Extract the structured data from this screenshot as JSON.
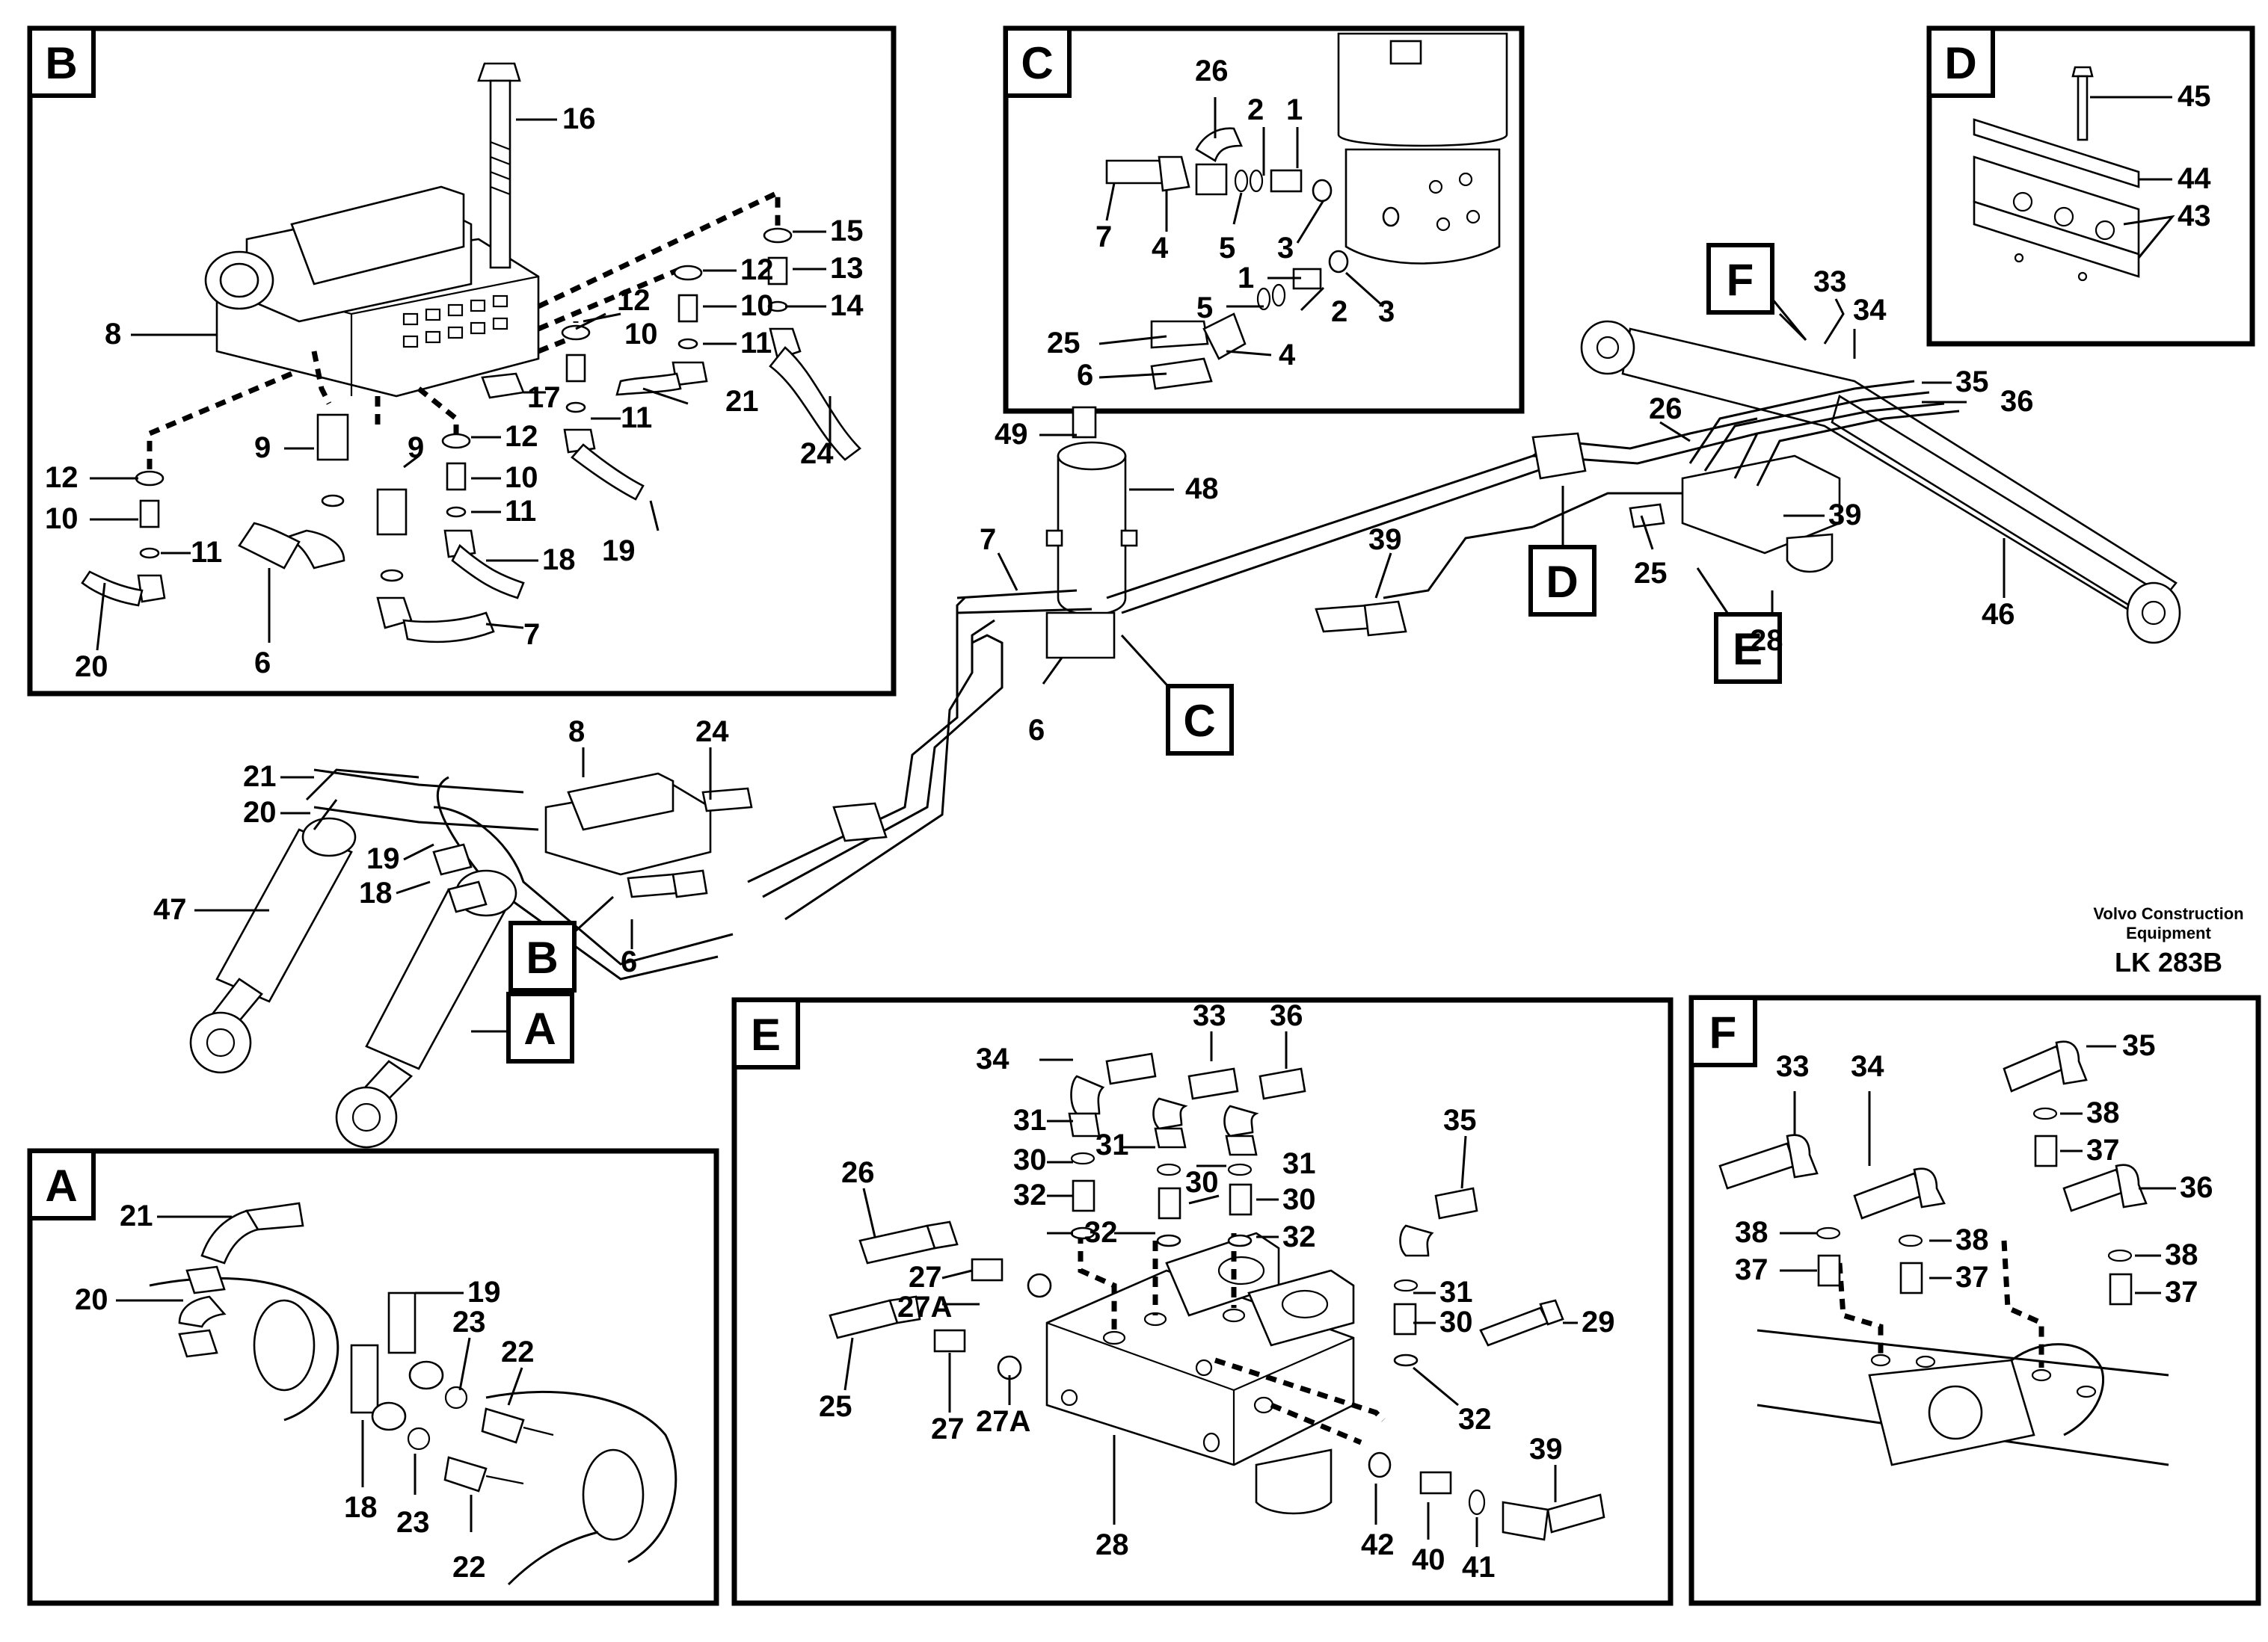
{
  "drawing": {
    "credit_line1": "Volvo Construction",
    "credit_line2": "Equipment",
    "code": "LK 283B"
  },
  "detail_views": {
    "A": "A",
    "B": "B",
    "C": "C",
    "D": "D",
    "E": "E",
    "F": "F"
  },
  "callouts": {
    "b16": "16",
    "b15": "15",
    "b13": "13",
    "b14": "14",
    "b12a": "12",
    "b10a": "10",
    "b11a": "11",
    "b12b": "12",
    "b10b": "10",
    "b21": "21",
    "b11b": "11",
    "b24": "24",
    "b17": "17",
    "b8": "8",
    "b9a": "9",
    "b9b": "9",
    "b12c": "12",
    "b12d": "12",
    "b10c": "10",
    "b10d": "10",
    "b11c": "11",
    "b11d": "11",
    "b18": "18",
    "b19": "19",
    "b7": "7",
    "b6": "6",
    "b20": "20",
    "c26": "26",
    "c2a": "2",
    "c1a": "1",
    "c7": "7",
    "c4a": "4",
    "c5a": "5",
    "c3a": "3",
    "c1b": "1",
    "c5b": "5",
    "c2b": "2",
    "c3b": "3",
    "c25": "25",
    "c4b": "4",
    "c6": "6",
    "d45": "45",
    "d44": "44",
    "d43": "43",
    "m49": "49",
    "m48": "48",
    "m7": "7",
    "m6": "6",
    "m33": "33",
    "m34": "34",
    "m35": "35",
    "m36": "36",
    "m26": "26",
    "m39a": "39",
    "m39b": "39",
    "m25": "25",
    "m28": "28",
    "m46": "46",
    "m21": "21",
    "m20": "20",
    "m8": "8",
    "m24": "24",
    "m19": "19",
    "m18": "18",
    "m47": "47",
    "m6b": "6",
    "a21": "21",
    "a20": "20",
    "a19": "19",
    "a23a": "23",
    "a22a": "22",
    "a18": "18",
    "a23b": "23",
    "a22b": "22",
    "e34": "34",
    "e33": "33",
    "e36": "36",
    "e31a": "31",
    "e31b": "31",
    "e31c": "31",
    "e30a": "30",
    "e30b": "30",
    "e30c": "30",
    "e32a": "32",
    "e32b": "32",
    "e32c": "32",
    "e26": "26",
    "e27a": "27",
    "e27A1": "27A",
    "e25": "25",
    "e27b": "27",
    "e27A2": "27A",
    "e35": "35",
    "e31d": "31",
    "e30d": "30",
    "e29": "29",
    "e32d": "32",
    "e28": "28",
    "e42": "42",
    "e40": "40",
    "e41": "41",
    "e39": "39",
    "f33": "33",
    "f34": "34",
    "f35": "35",
    "f38a": "38",
    "f37a": "37",
    "f36": "36",
    "f38b": "38",
    "f38c": "38",
    "f37b": "37",
    "f37c": "37",
    "f38d": "38",
    "f37d": "37"
  }
}
